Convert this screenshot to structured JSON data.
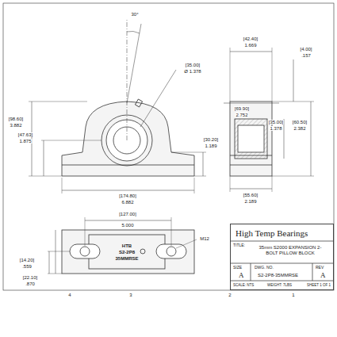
{
  "diagram": {
    "nodes": [
      {
        "text": [
          "High Temp Bearings",
          "TITLE:",
          "35mm S2000 EXPANSION 2-BOLT PILLOW BLOCK",
          "SIZE",
          "A",
          "DWG. NO.",
          "S2-2P8-35MMRSE",
          "REV",
          "A",
          "SCALE: NTS",
          "WEIGHT: 7LBS",
          "SHEET 1 OF 1"
        ]
      }
    ],
    "labels": [
      "30°",
      "[35.00]",
      "Ø 1.378",
      "[98.60]",
      "3.882",
      "[47.63]",
      "1.875",
      "[30.20]",
      "1.189",
      "[174.80]",
      "6.882",
      "[42.40]",
      "1.669",
      "[4.00]",
      ".157",
      "[69.90]",
      "2.752",
      "[35.00]",
      "1.378",
      "[60.50]",
      "2.382",
      "[55.60]",
      "2.189",
      "[127.00]",
      "5.000",
      "M12",
      "HTB",
      "S2-2P8",
      "35MMRSE",
      "[14.20]",
      ".559",
      "[22.10]",
      ".870",
      "4",
      "3",
      "2",
      "1"
    ]
  }
}
